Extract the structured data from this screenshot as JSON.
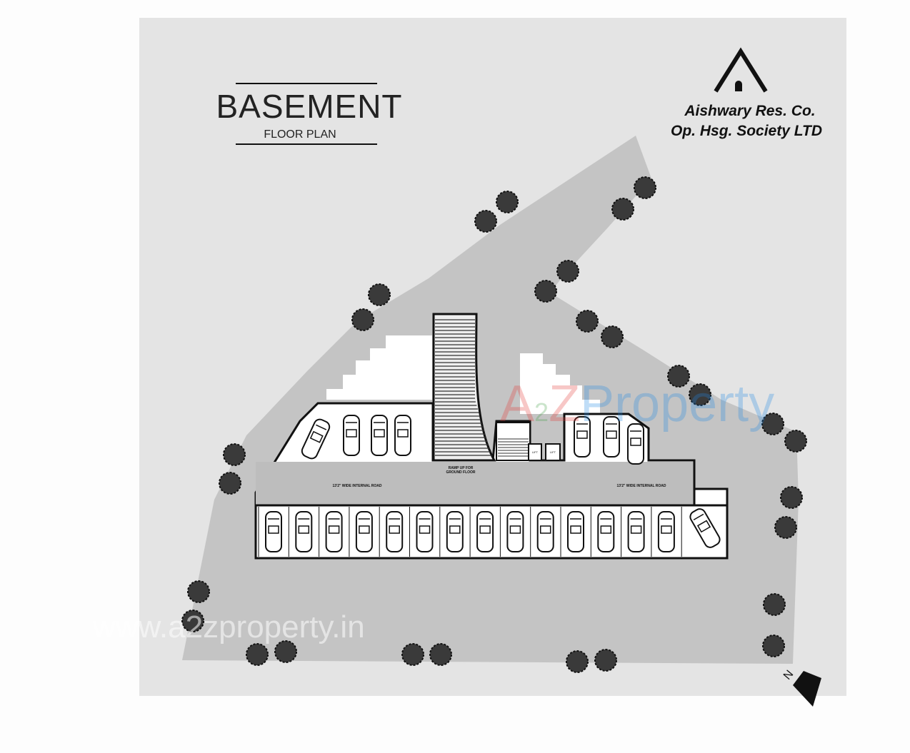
{
  "title": {
    "main": "BASEMENT",
    "sub": "FLOOR PLAN"
  },
  "society": {
    "line1": "Aishwary Res. Co.",
    "line2": "Op. Hsg. Society LTD"
  },
  "labels": {
    "road_left": "13'2\" WIDE INTERNAL ROAD",
    "road_right": "13'2\" WIDE INTERNAL ROAD",
    "ramp": [
      "RAMP UP FOR",
      "GROUND FLOOR"
    ],
    "lift_1": "LIFT",
    "lift_2": "LIFT"
  },
  "north_arrow": {
    "label": "N"
  },
  "watermark": {
    "brand_a": "A",
    "brand_2": "2",
    "brand_z": "Z",
    "brand_rest": "Property",
    "url": "www.a2zproperty.in"
  },
  "colors": {
    "paper": "#e4e4e4",
    "site": "#c4c4c4",
    "road": "#bdbdbd",
    "line": "#111111",
    "tree": "#3a3a3a"
  }
}
